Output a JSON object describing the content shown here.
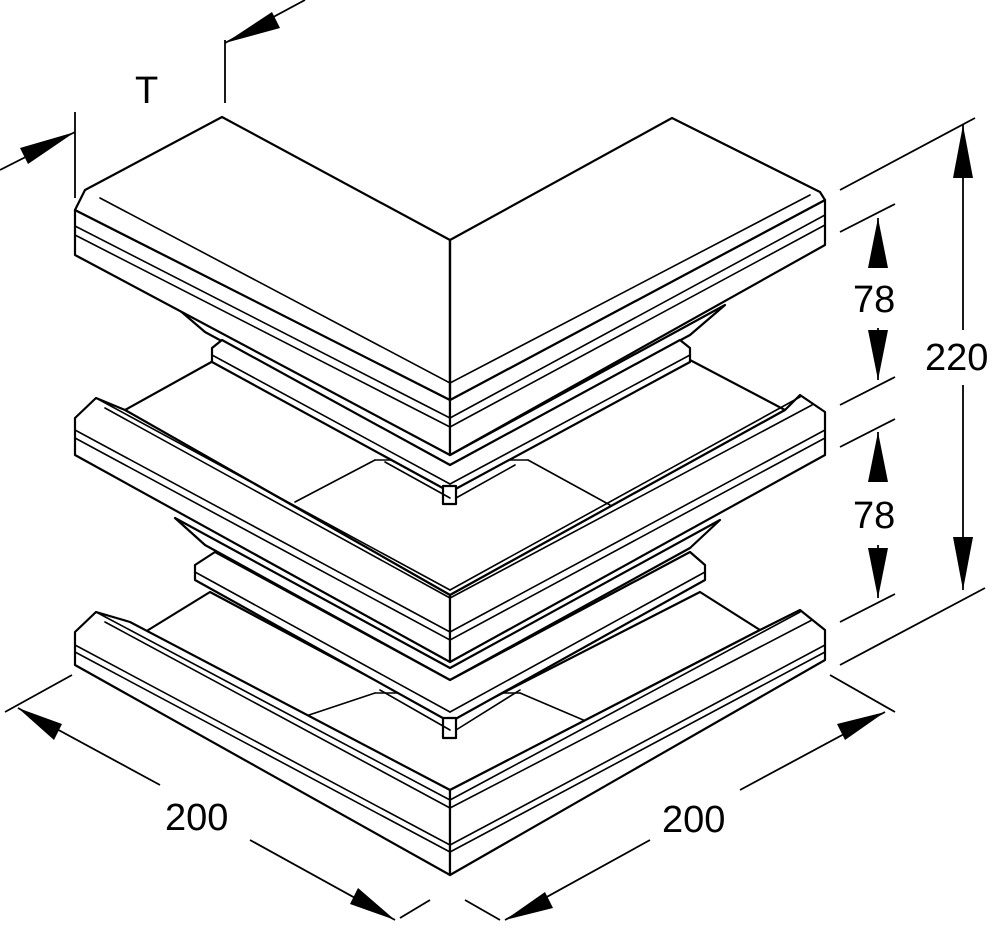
{
  "dimensions": {
    "thickness_label": "T",
    "height_upper": "78",
    "height_lower": "78",
    "height_total": "220",
    "width_left": "200",
    "width_right": "200"
  }
}
